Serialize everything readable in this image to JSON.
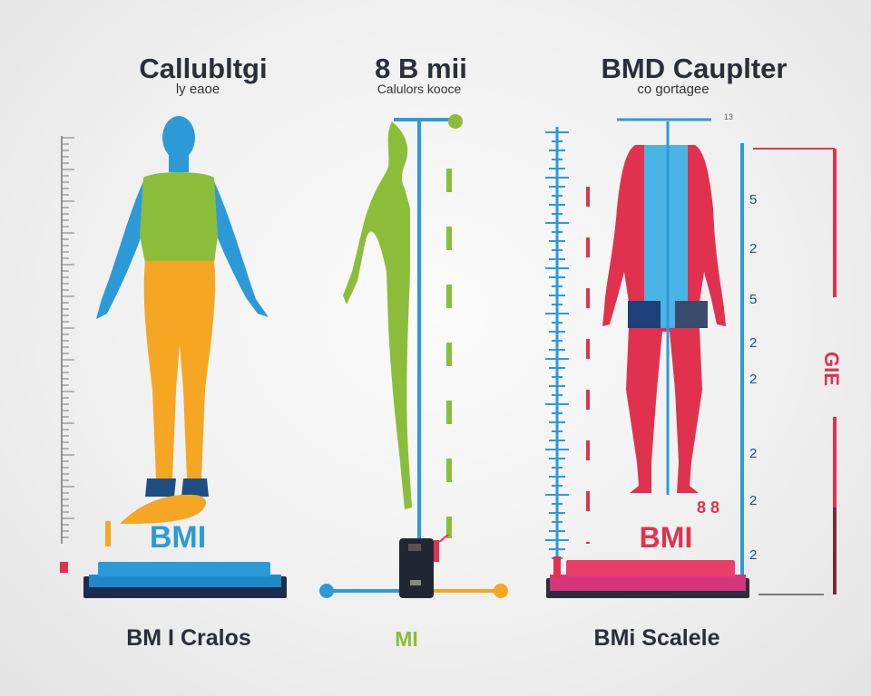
{
  "panels": [
    {
      "title": "Callubltgi",
      "subtitle": "ly eaoe",
      "badge": "BMI",
      "caption": "BM I Cralos"
    },
    {
      "title": "8 B mii",
      "subtitle": "Calulors kooce",
      "caption": "MI"
    },
    {
      "title": "BMD Cauplter",
      "subtitle": "co gortagee",
      "badge": "BMI",
      "caption": "BMi Scalele",
      "corner_mark": "13",
      "scale_numbers": [
        "5",
        "2",
        "5",
        "2",
        "2",
        "2",
        "2",
        "2"
      ],
      "side_glyph": "GIE",
      "red_glyph": "8 8"
    }
  ],
  "colors": {
    "blue": "#2d9ad8",
    "green": "#8cbd3a",
    "orange": "#f5a623",
    "red": "#e0324f",
    "navy": "#1d2c4c"
  }
}
